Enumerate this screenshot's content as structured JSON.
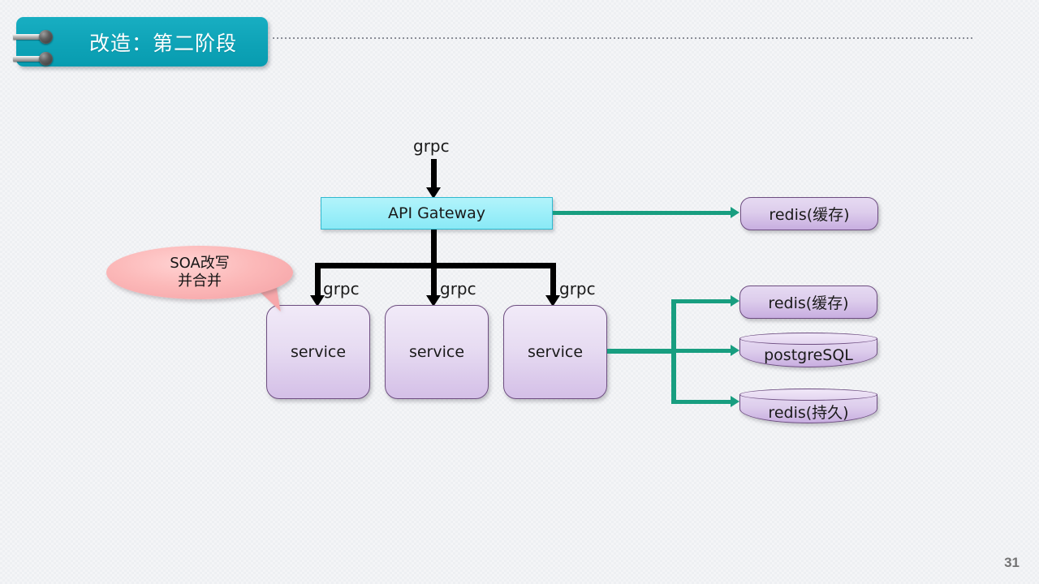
{
  "slide": {
    "title": "改造：第二阶段",
    "page_number": "31",
    "background_color": "#f4f5f7",
    "accent_color": "#0ea3b7"
  },
  "diagram": {
    "entry_label": "grpc",
    "gateway": {
      "label": "API Gateway",
      "fill_color": "#9deff9",
      "border_color": "#2fb9cf"
    },
    "services": [
      {
        "label": "service",
        "branch_label": "grpc"
      },
      {
        "label": "service",
        "branch_label": "grpc"
      },
      {
        "label": "service",
        "branch_label": "grpc"
      }
    ],
    "stores": [
      {
        "label": "redis(缓存)",
        "shape": "rounded-rect",
        "source": "gateway"
      },
      {
        "label": "redis(缓存)",
        "shape": "rounded-rect",
        "source": "service-3"
      },
      {
        "label": "postgreSQL",
        "shape": "cylinder",
        "source": "service-3"
      },
      {
        "label": "redis(持久)",
        "shape": "cylinder",
        "source": "service-3"
      }
    ],
    "callout": {
      "line1": "SOA改写",
      "line2": "并合并",
      "fill_color": "#fcb9b9"
    },
    "connector_colors": {
      "control_flow": "#000000",
      "data_store": "#189e80"
    },
    "node_fill": "#ddcdec",
    "node_border": "#6d4d80"
  }
}
